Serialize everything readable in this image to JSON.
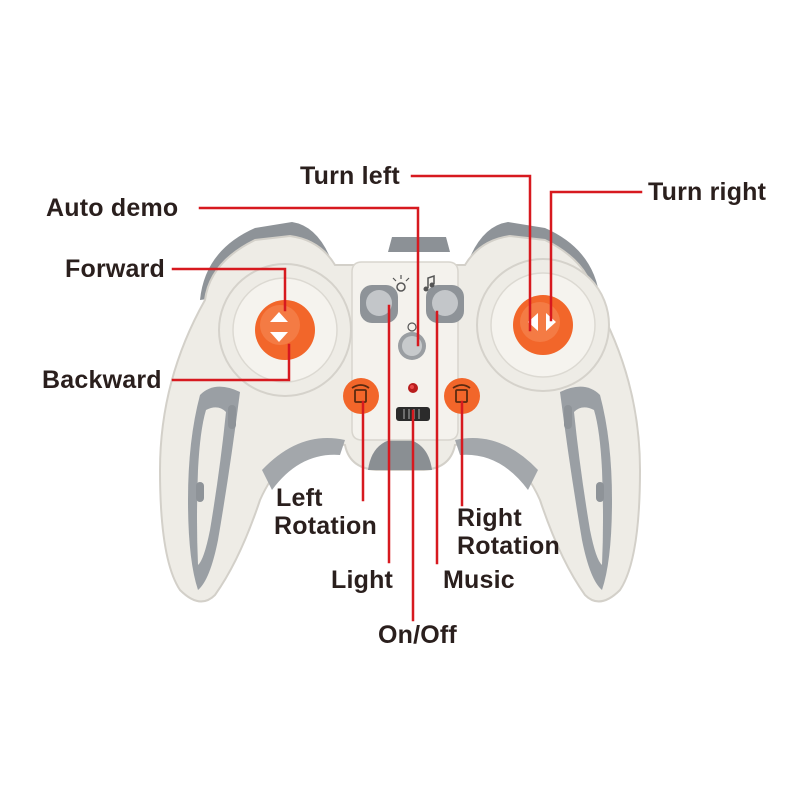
{
  "labels": {
    "turn_left": "Turn left",
    "turn_right": "Turn right",
    "auto_demo": "Auto demo",
    "forward": "Forward",
    "backward": "Backward",
    "left_rotation": [
      "Left",
      "Rotation"
    ],
    "right_rotation": [
      "Right",
      "Rotation"
    ],
    "light": "Light",
    "music": "Music",
    "on_off": "On/Off"
  },
  "colors": {
    "shell": "#eeece6",
    "shell_shadow": "#c9c6bf",
    "grip_gray": "#8c9196",
    "accent_orange": "#f2662a",
    "leader_line": "#d7191f",
    "label_text": "#2a1f1d"
  },
  "icons": {
    "left_stick": "up-down-arrows-icon",
    "right_stick": "left-right-arrows-icon",
    "left_rotation_button": "rotate-left-icon",
    "right_rotation_button": "rotate-right-icon",
    "light_button": "light-bulb-icon",
    "music_button": "music-note-icon",
    "auto_demo_button": "auto-demo-icon"
  }
}
